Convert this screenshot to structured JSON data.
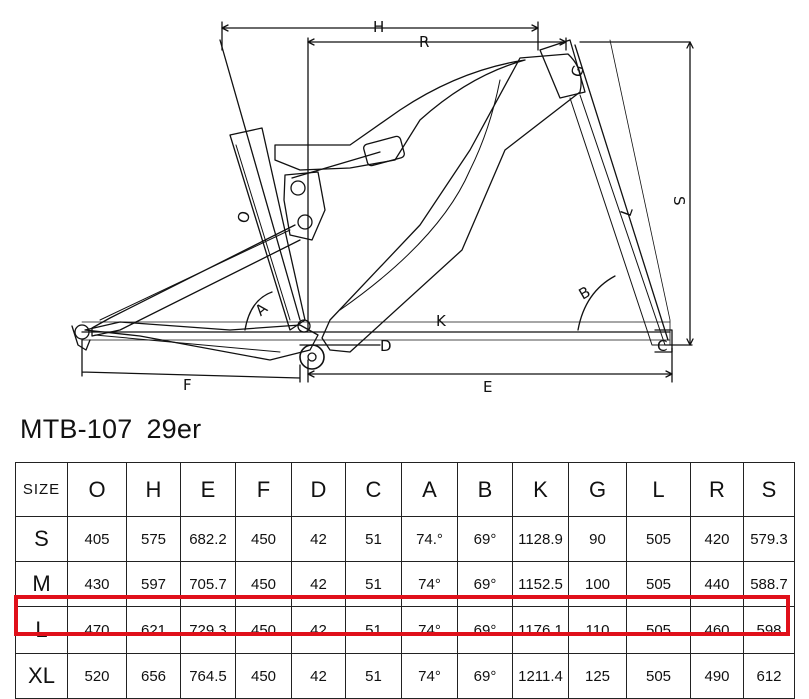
{
  "diagram": {
    "labels": {
      "H": "H",
      "R": "R",
      "G": "G",
      "S": "S",
      "L": "L",
      "B": "B",
      "K": "K",
      "D": "D",
      "C": "C",
      "A": "A",
      "E": "E",
      "F": "F",
      "O": "O"
    },
    "line_color": "#111111"
  },
  "model": {
    "name": "MTB-107",
    "wheel": "29er"
  },
  "table": {
    "columns": [
      "SIZE",
      "O",
      "H",
      "E",
      "F",
      "D",
      "C",
      "A",
      "B",
      "K",
      "G",
      "L",
      "R",
      "S"
    ],
    "rows": [
      {
        "size": "S",
        "values": [
          "405",
          "575",
          "682.2",
          "450",
          "42",
          "51",
          "74.°",
          "69°",
          "1128.9",
          "90",
          "505",
          "420",
          "579.3"
        ]
      },
      {
        "size": "M",
        "values": [
          "430",
          "597",
          "705.7",
          "450",
          "42",
          "51",
          "74°",
          "69°",
          "1152.5",
          "100",
          "505",
          "440",
          "588.7"
        ]
      },
      {
        "size": "L",
        "values": [
          "470",
          "621",
          "729.3",
          "450",
          "42",
          "51",
          "74°",
          "69°",
          "1176.1",
          "110",
          "505",
          "460",
          "598"
        ]
      },
      {
        "size": "XL",
        "values": [
          "520",
          "656",
          "764.5",
          "450",
          "42",
          "51",
          "74°",
          "69°",
          "1211.4",
          "125",
          "505",
          "490",
          "612"
        ]
      }
    ],
    "highlight_color": "#e0101a",
    "highlighted_size": "L"
  }
}
